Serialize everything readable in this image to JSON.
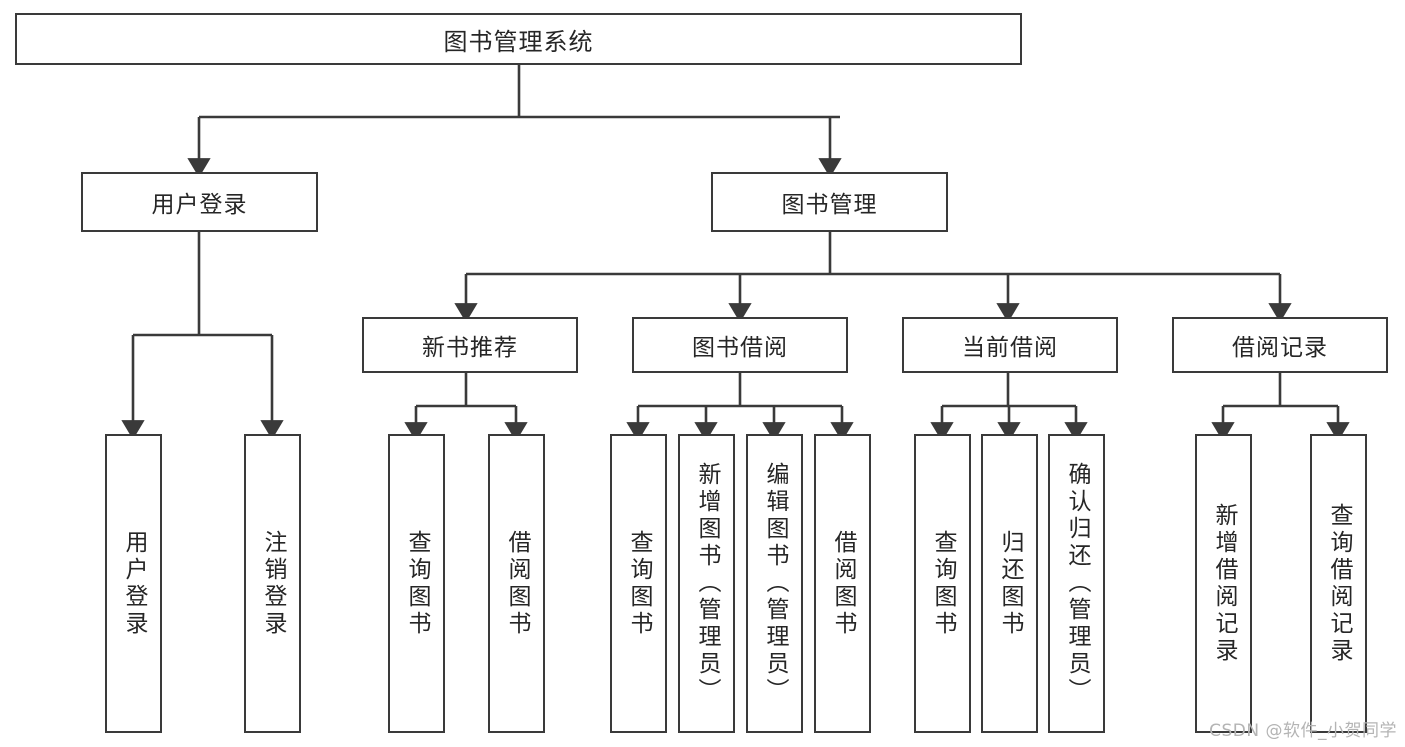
{
  "diagram": {
    "title": "图书管理系统",
    "watermark": "CSDN @软件_小贺同学",
    "accent_color": "#3a3a3a",
    "text_color": "#262626",
    "background_color": "#ffffff",
    "nodes": {
      "root": {
        "label": "图书管理系统"
      },
      "level2": [
        {
          "id": "user-login",
          "label": "用户登录"
        },
        {
          "id": "book-management",
          "label": "图书管理"
        }
      ],
      "level3": [
        {
          "id": "new-book-recommend",
          "label": "新书推荐"
        },
        {
          "id": "book-borrow",
          "label": "图书借阅"
        },
        {
          "id": "current-borrow",
          "label": "当前借阅"
        },
        {
          "id": "borrow-record",
          "label": "借阅记录"
        }
      ],
      "leaves": [
        {
          "id": "leaf-user-login",
          "label": "用户登录",
          "parent": "user-login"
        },
        {
          "id": "leaf-logout",
          "label": "注销登录",
          "parent": "user-login"
        },
        {
          "id": "leaf-query-book-1",
          "label": "查询图书",
          "parent": "new-book-recommend"
        },
        {
          "id": "leaf-borrow-book-1",
          "label": "借阅图书",
          "parent": "new-book-recommend"
        },
        {
          "id": "leaf-query-book-2",
          "label": "查询图书",
          "parent": "book-borrow"
        },
        {
          "id": "leaf-add-book",
          "label": "新增图书（管理员）",
          "parent": "book-borrow"
        },
        {
          "id": "leaf-edit-book",
          "label": "编辑图书（管理员）",
          "parent": "book-borrow"
        },
        {
          "id": "leaf-borrow-book-2",
          "label": "借阅图书",
          "parent": "book-borrow"
        },
        {
          "id": "leaf-query-book-3",
          "label": "查询图书",
          "parent": "current-borrow"
        },
        {
          "id": "leaf-return-book",
          "label": "归还图书",
          "parent": "current-borrow"
        },
        {
          "id": "leaf-confirm-return",
          "label": "确认归还（管理员）",
          "parent": "current-borrow"
        },
        {
          "id": "leaf-add-record",
          "label": "新增借阅记录",
          "parent": "borrow-record"
        },
        {
          "id": "leaf-query-record",
          "label": "查询借阅记录",
          "parent": "borrow-record"
        }
      ]
    }
  }
}
